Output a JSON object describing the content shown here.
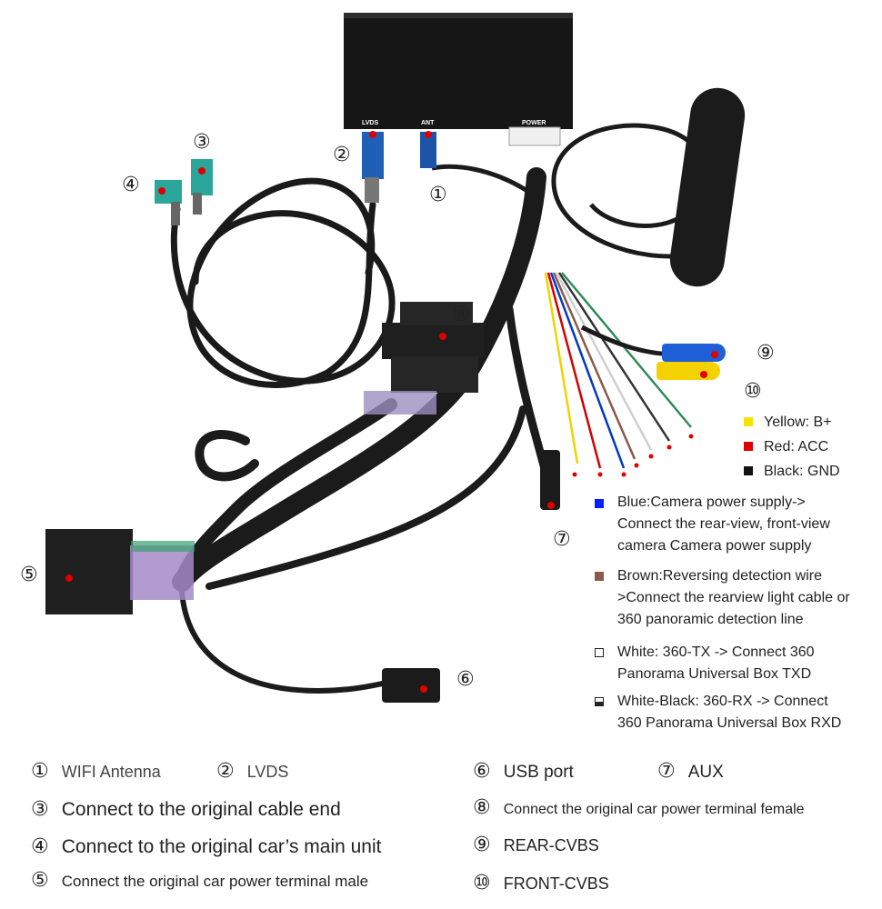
{
  "box": {
    "lvds": "LVDS",
    "ant": "ANT",
    "power": "POWER"
  },
  "callouts": {
    "c1": "①",
    "c2": "②",
    "c3": "③",
    "c4": "④",
    "c5": "⑤",
    "c6": "⑥",
    "c7": "⑦",
    "c8": "⑧",
    "c9": "⑨",
    "c10": "⑩"
  },
  "legend": [
    {
      "color": "#f5e400",
      "text": "Yellow: B+"
    },
    {
      "color": "#e00000",
      "text": "Red: ACC"
    },
    {
      "color": "#111111",
      "text": "Black: GND"
    }
  ],
  "wires": {
    "blue": {
      "color": "#0020ff",
      "lines": [
        "Blue:Camera power supply->",
        "Connect the rear-view, front-view",
        "camera Camera power supply"
      ]
    },
    "brown": {
      "color": "#8a5a4a",
      "lines": [
        "Brown:Reversing detection wire",
        ">Connect the rearview light cable or",
        "360 panoramic detection line"
      ]
    },
    "white": {
      "lines": [
        "White: 360-TX -> Connect 360",
        "Panorama Universal Box TXD"
      ]
    },
    "whiteblack": {
      "lines": [
        "White-Black: 360-RX -> Connect",
        "360 Panorama Universal Box RXD"
      ]
    }
  },
  "footer": {
    "i1": {
      "num": "①",
      "text": "WIFI Antenna"
    },
    "i2": {
      "num": "②",
      "text": "LVDS"
    },
    "i3": {
      "num": "③",
      "text": "Connect to the original cable end"
    },
    "i4": {
      "num": "④",
      "text": "Connect to the original car’s main unit"
    },
    "i5": {
      "num": "⑤",
      "text": "Connect the original car power terminal male"
    },
    "i6": {
      "num": "⑥",
      "text": "USB port"
    },
    "i7": {
      "num": "⑦",
      "text": "AUX"
    },
    "i8": {
      "num": "⑧",
      "text": "Connect the original car power terminal female"
    },
    "i9": {
      "num": "⑨",
      "text": "REAR-CVBS"
    },
    "i10": {
      "num": "⑩",
      "text": "FRONT-CVBS"
    }
  }
}
